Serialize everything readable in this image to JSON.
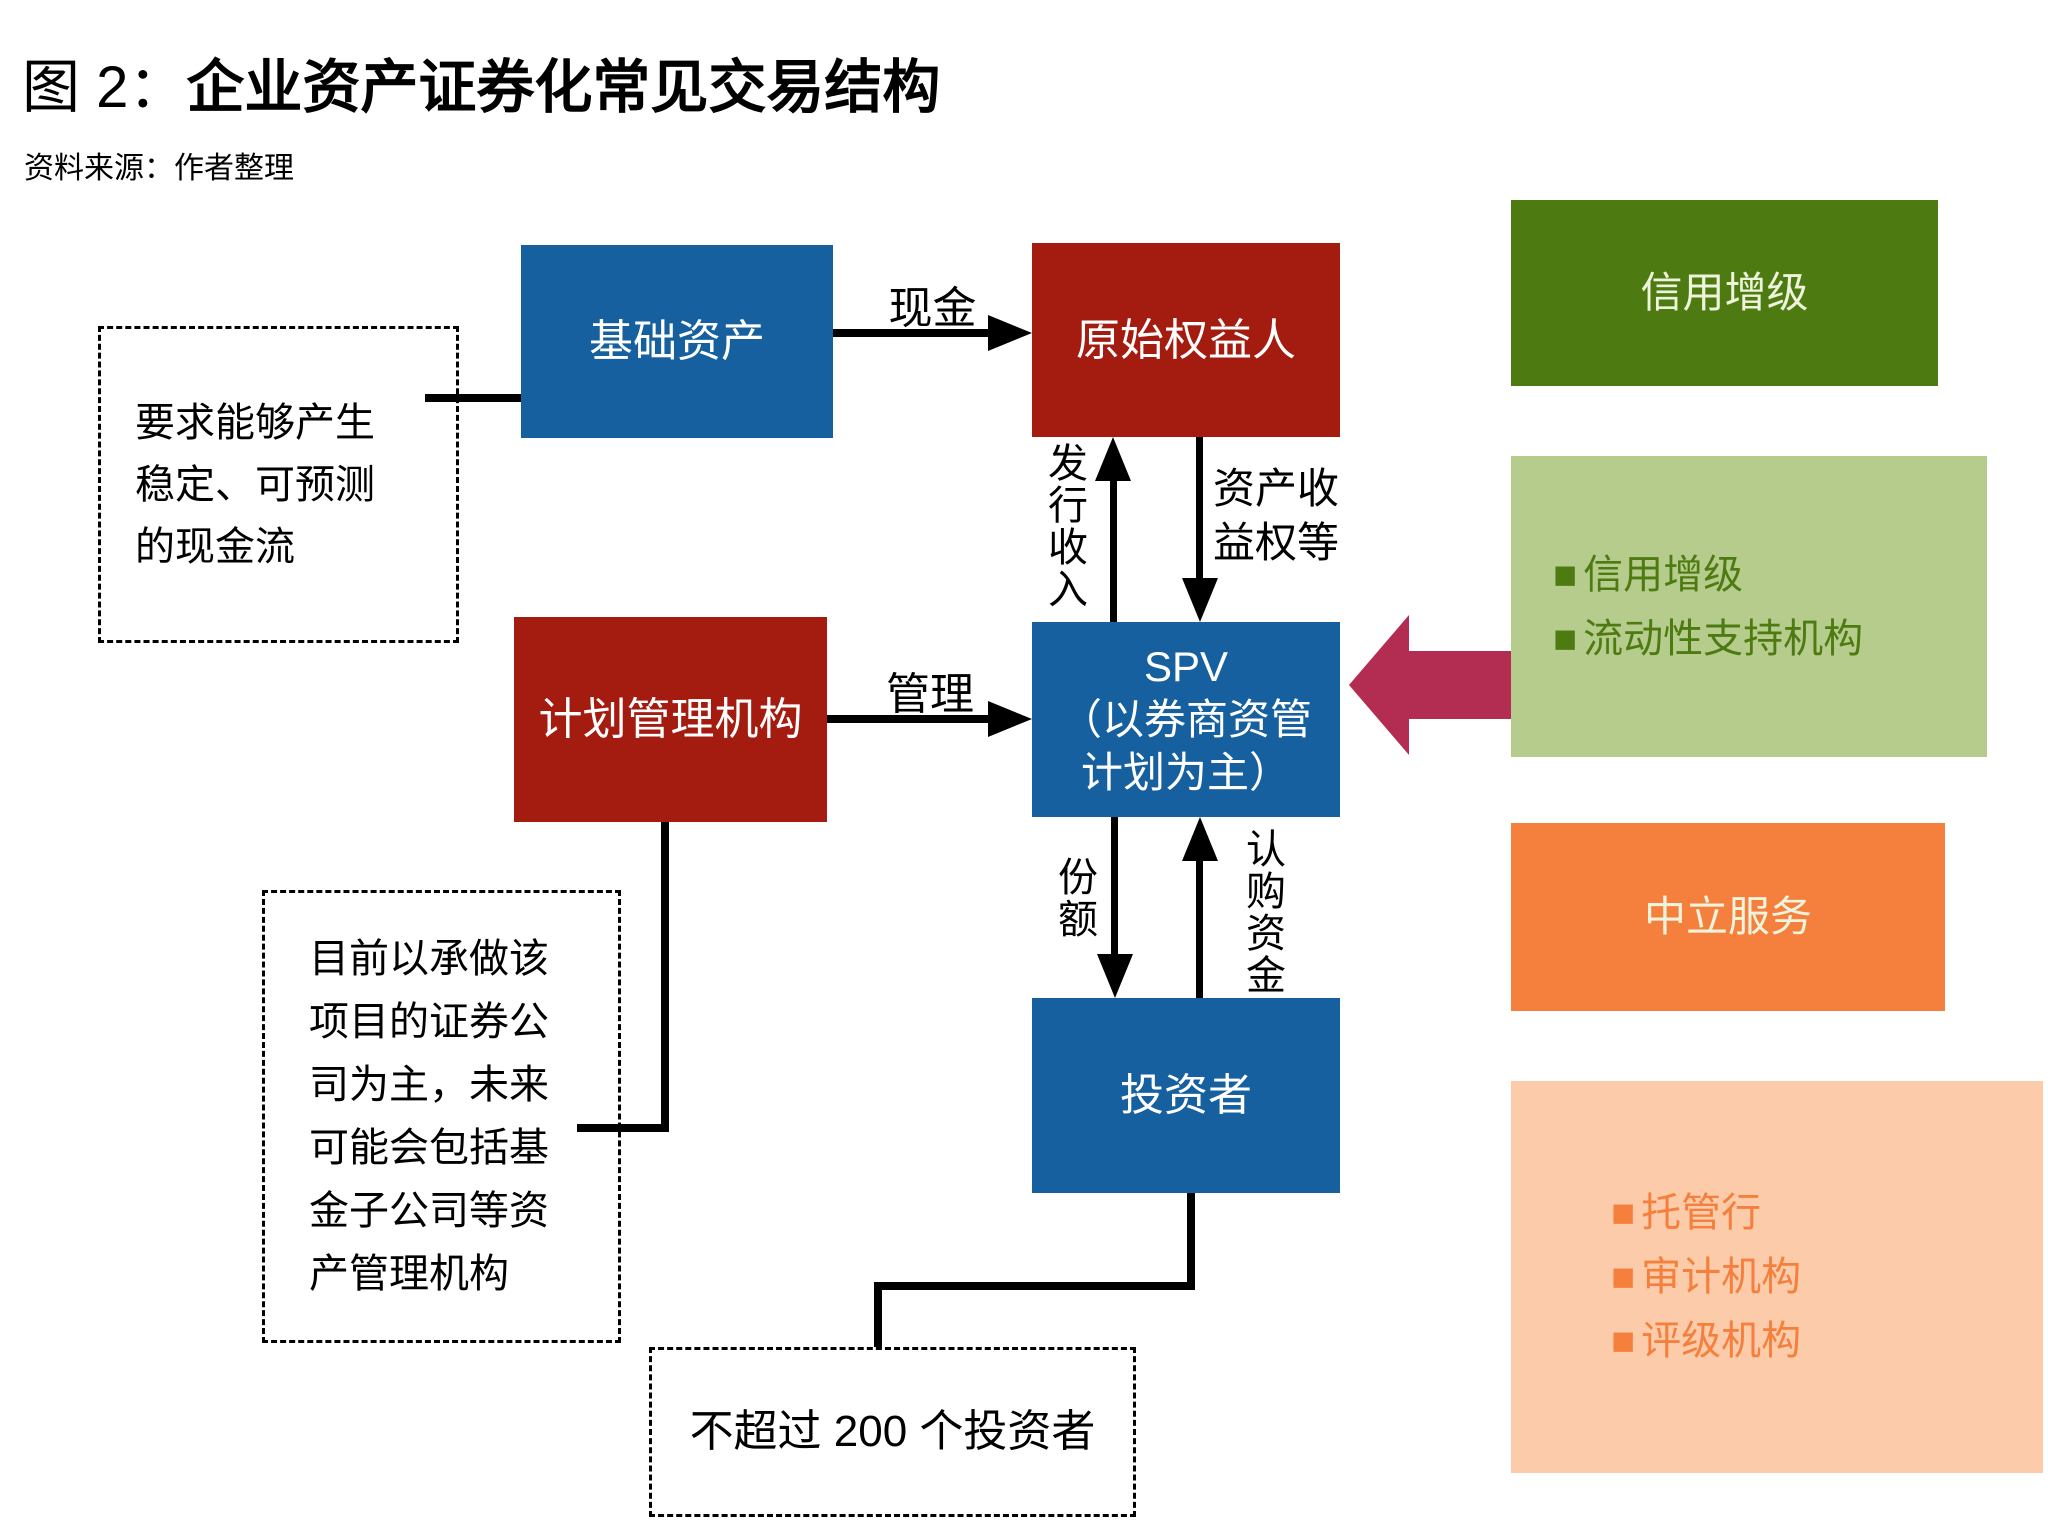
{
  "header": {
    "figure_label": "图 2：",
    "title": "企业资产证券化常见交易结构",
    "source": "资料来源：作者整理"
  },
  "nodes": {
    "underlying_asset": "基础资产",
    "originator": "原始权益人",
    "plan_manager": "计划管理机构",
    "spv": [
      "SPV",
      "（以券商资管",
      "计划为主）"
    ],
    "investors": "投资者"
  },
  "notes": {
    "cashflow": [
      "要求能够产生",
      "稳定、可预测",
      "的现金流"
    ],
    "manager": [
      "目前以承做该",
      "项目的证券公",
      "司为主，未来",
      "可能会包括基",
      "金子公司等资",
      "产管理机构"
    ],
    "investor_limit": "不超过 200 个投资者"
  },
  "edges": {
    "cash": "现金",
    "manage": "管理",
    "issue_income": "发行收入",
    "asset_rights": [
      "资产收",
      "益权等"
    ],
    "shares": "份额",
    "subscription": "认购资金"
  },
  "legend": {
    "bullet": "■",
    "credit_enhancement": "信用增级",
    "support_items": [
      "信用增级",
      "流动性支持机构"
    ],
    "neutral_service": "中立服务",
    "service_items": [
      "托管行",
      "审计机构",
      "评级机构"
    ]
  },
  "colors": {
    "box_blue": "#17609f",
    "box_dark_red": "#a41b10",
    "box_dark_green": "#4e7b11",
    "box_light_green": "#b6cc8c",
    "light_green_text": "#4e7b11",
    "box_orange": "#f5803d",
    "box_peach": "#fccbaa",
    "peach_text": "#f5803d",
    "magenta_arrow": "#b32c51",
    "node_text": "#ffffff",
    "cream_text": "#eef3dc"
  }
}
